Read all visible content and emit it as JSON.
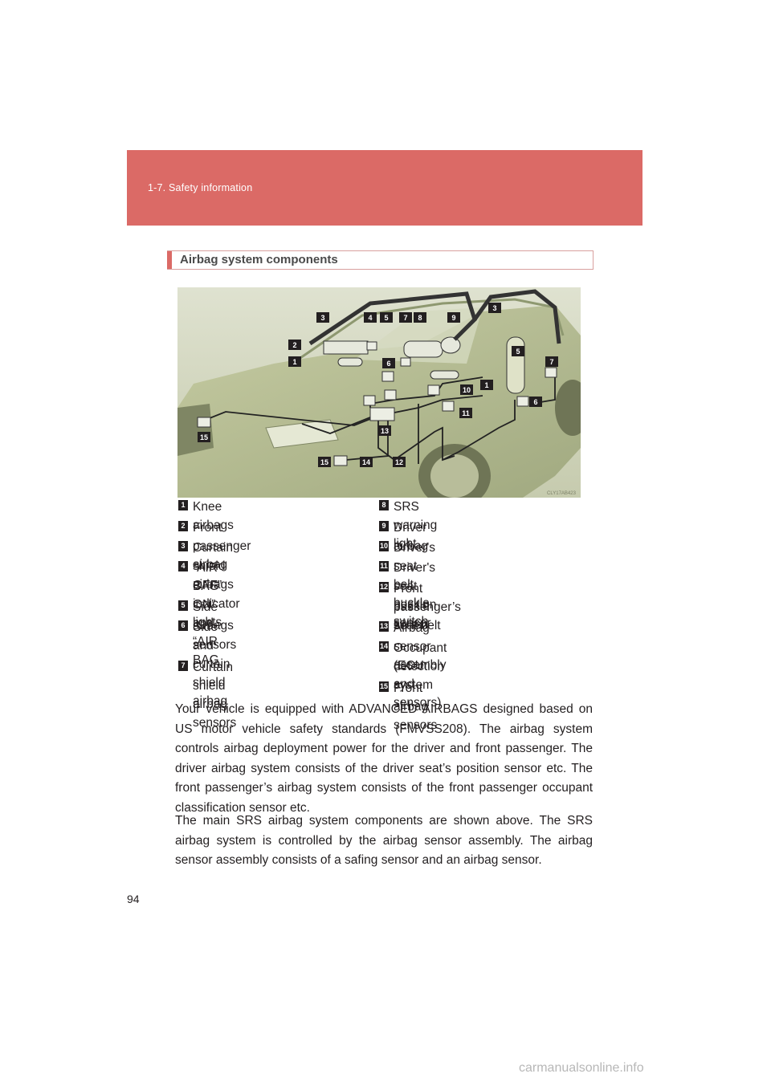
{
  "header": {
    "section": "1-7. Safety information"
  },
  "page_number": "94",
  "heading": "Airbag system components",
  "figure": {
    "code": "CLY17AB423",
    "callouts": [
      "1",
      "2",
      "3",
      "4",
      "5",
      "6",
      "7",
      "8",
      "9",
      "10",
      "11",
      "12",
      "13",
      "14",
      "15",
      "1",
      "3",
      "5",
      "6",
      "7",
      "15"
    ]
  },
  "legend_left": [
    {
      "num": "1",
      "lines": [
        "Knee airbags"
      ]
    },
    {
      "num": "2",
      "lines": [
        "Front passenger airbag"
      ]
    },
    {
      "num": "3",
      "lines": [
        "Curtain shield airbags"
      ]
    },
    {
      "num": "4",
      "lines": [
        "“AIR BAG ON” and “AIR BAG",
        "OFF” indicator lights"
      ]
    },
    {
      "num": "5",
      "lines": [
        "Side airbags"
      ]
    },
    {
      "num": "6",
      "lines": [
        "Side and curtain shield airbag",
        "sensors"
      ]
    },
    {
      "num": "7",
      "lines": [
        "Curtain shield airbag sensors"
      ]
    }
  ],
  "legend_right": [
    {
      "num": "8",
      "lines": [
        "SRS warning light"
      ]
    },
    {
      "num": "9",
      "lines": [
        "Driver airbag"
      ]
    },
    {
      "num": "10",
      "lines": [
        "Driver's seat belt buckle switch"
      ]
    },
    {
      "num": "11",
      "lines": [
        "Driver's seat position sensor"
      ]
    },
    {
      "num": "12",
      "lines": [
        "Front passenger’s seat belt",
        "buckle switch"
      ]
    },
    {
      "num": "13",
      "lines": [
        "Airbag sensor assembly"
      ]
    },
    {
      "num": "14",
      "lines": [
        "Occupant detection system",
        "(ECU and sensors)"
      ]
    },
    {
      "num": "15",
      "lines": [
        "Front airbag sensors"
      ]
    }
  ],
  "paragraphs": [
    "Your vehicle is equipped with ADVANCED AIRBAGS designed based on US motor vehicle safety standards (FMVSS208). The airbag system controls airbag deployment power for the driver and front passenger. The driver airbag system consists of the driver seat’s position sensor etc. The front passenger’s airbag system consists of the front passenger occupant classification sensor etc.",
    "The main SRS airbag system components are shown above. The SRS airbag system is controlled by the airbag sensor assembly. The airbag sensor assembly consists of a safing sensor and an airbag sensor."
  ],
  "watermark": "carmanualsonline.info"
}
